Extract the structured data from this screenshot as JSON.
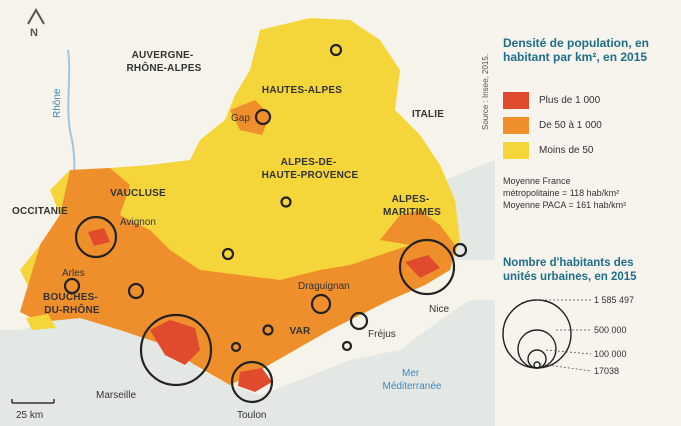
{
  "map": {
    "north_label": "N",
    "river_label": "Rhône",
    "scale_label": "25 km",
    "source": "Source : Insee, 2015.",
    "regions": [
      {
        "id": "auvergne",
        "lines": [
          "AUVERGNE-",
          "RHÔNE-ALPES"
        ]
      },
      {
        "id": "italie",
        "lines": [
          "ITALIE"
        ]
      },
      {
        "id": "hautes-alpes",
        "lines": [
          "HAUTES-ALPES"
        ]
      },
      {
        "id": "alpes-haute-provence",
        "lines": [
          "ALPES-DE-",
          "HAUTE-PROVENCE"
        ]
      },
      {
        "id": "vaucluse",
        "lines": [
          "VAUCLUSE"
        ]
      },
      {
        "id": "occitanie",
        "lines": [
          "OCCITANIE"
        ]
      },
      {
        "id": "alpes-maritimes",
        "lines": [
          "ALPES-",
          "MARITIMES"
        ]
      },
      {
        "id": "bouches-du-rhone",
        "lines": [
          "BOUCHES-",
          "DU-RHÔNE"
        ]
      },
      {
        "id": "var",
        "lines": [
          "VAR"
        ]
      }
    ],
    "cities": [
      "Gap",
      "Avignon",
      "Arles",
      "Draguignan",
      "Fréjus",
      "Nice",
      "Marseille",
      "Toulon"
    ],
    "sea": [
      "Mer",
      "Méditerranée"
    ]
  },
  "legend": {
    "density_title": "Densité de population, en habitant par km², en 2015",
    "density_classes": [
      {
        "label": "Plus de 1 000",
        "color": "#e04b2d"
      },
      {
        "label": "De 50 à 1 000",
        "color": "#ef8f2c"
      },
      {
        "label": "Moins de 50",
        "color": "#f5d63a"
      }
    ],
    "note_line1": "Moyenne France",
    "note_line2": "métropolitaine = 118 hab/km²",
    "note_line3": "Moyenne PACA = 161 hab/km²",
    "size_title_line1": "Nombre d'habitants des",
    "size_title_line2": "unités urbaines, en 2015",
    "size_values": [
      "1 585 497",
      "500 000",
      "100 000",
      "17038"
    ]
  }
}
